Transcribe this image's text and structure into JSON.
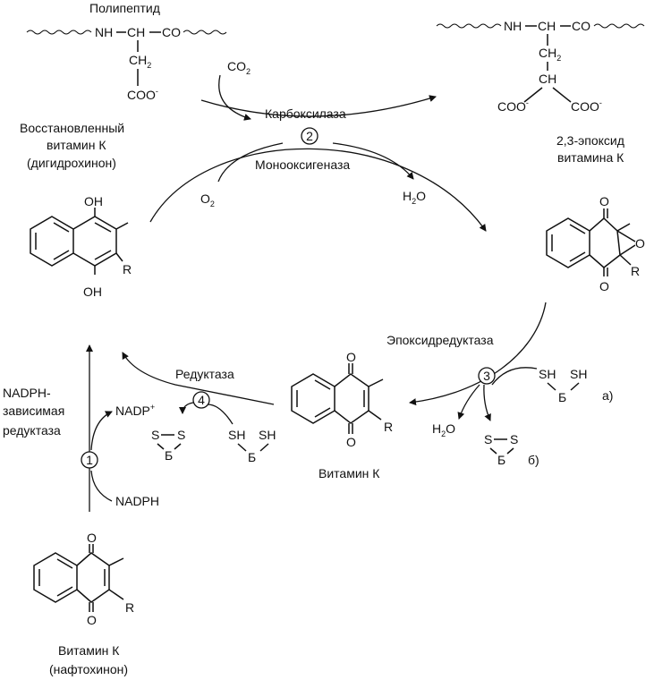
{
  "labels": {
    "polypeptide": "Полипептид",
    "reduced_vk_line1": "Восстановленный",
    "reduced_vk_line2": "витамин К",
    "reduced_vk_line3": "(дигидрохинон)",
    "epoxide_line1": "2,3-эпоксид",
    "epoxide_line2": "витамина К",
    "carboxylase": "Карбоксилаза",
    "monooxygenase": "Монооксигеназа",
    "epoxide_reductase": "Эпоксидредуктаза",
    "reductase": "Редуктаза",
    "nadph_reductase_line1": "NADPH-",
    "nadph_reductase_line2": "зависимая",
    "nadph_reductase_line3": "редуктаза",
    "vitamin_k": "Витамин К",
    "naphtho_line1": "Витамин К",
    "naphtho_line2": "(нафтохинон)",
    "variant_a": "а)",
    "variant_b": "б)"
  },
  "chem": {
    "nh": "NH",
    "ch": "CH",
    "co": "CO",
    "ch2_base": "CH",
    "ch2_sub": "2",
    "coo_base": "COO",
    "coo_sup": "-",
    "co2_base": "CO",
    "co2_sub": "2",
    "o2_base": "O",
    "o2_sub": "2",
    "h2o_h": "H",
    "h2o_sub": "2",
    "h2o_o": "O",
    "oh": "OH",
    "o": "O",
    "r": "R",
    "sh": "SH",
    "s": "S",
    "b": "Б",
    "nadp_base": "NADP",
    "nadp_sup": "+",
    "nadph": "NADPH"
  },
  "steps": [
    "1",
    "2",
    "3",
    "4"
  ]
}
